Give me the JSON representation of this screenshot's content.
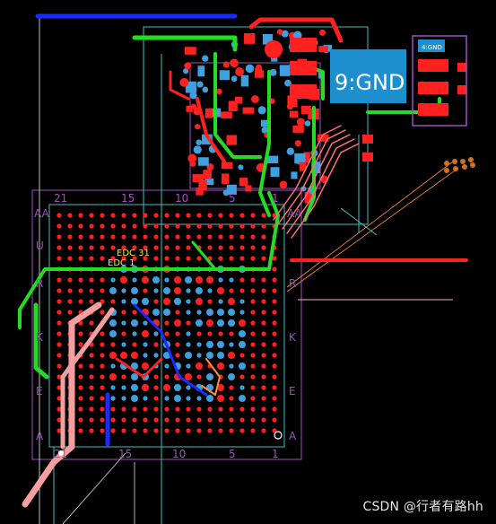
{
  "board": {
    "part_label_large": "9:GND",
    "part_label_small": "4:GND",
    "bga_label_1": "EDC 31",
    "bga_label_2": "EDC 1",
    "top_numbers": [
      "21",
      "15",
      "10",
      "5",
      "1"
    ],
    "bottom_numbers": [
      "21",
      "15",
      "10",
      "5",
      "1"
    ],
    "left_letters": [
      "AA",
      "U",
      "R",
      "K",
      "E",
      "A"
    ],
    "right_letters": [
      "AA",
      "R",
      "K",
      "E",
      "A"
    ]
  },
  "colors": {
    "background": "#000000",
    "copper_top": "#ff2020",
    "copper_bottom": "#3fa0e0",
    "trace_green": "#22dd22",
    "trace_blue": "#1a2cff",
    "trace_pink": "#f4a0a0",
    "outline_cyan": "#40c0c0",
    "silk_purple": "#a050c0",
    "silk_yellow": "#ffe040"
  },
  "watermark": {
    "text": "CSDN @行者有路hh"
  }
}
